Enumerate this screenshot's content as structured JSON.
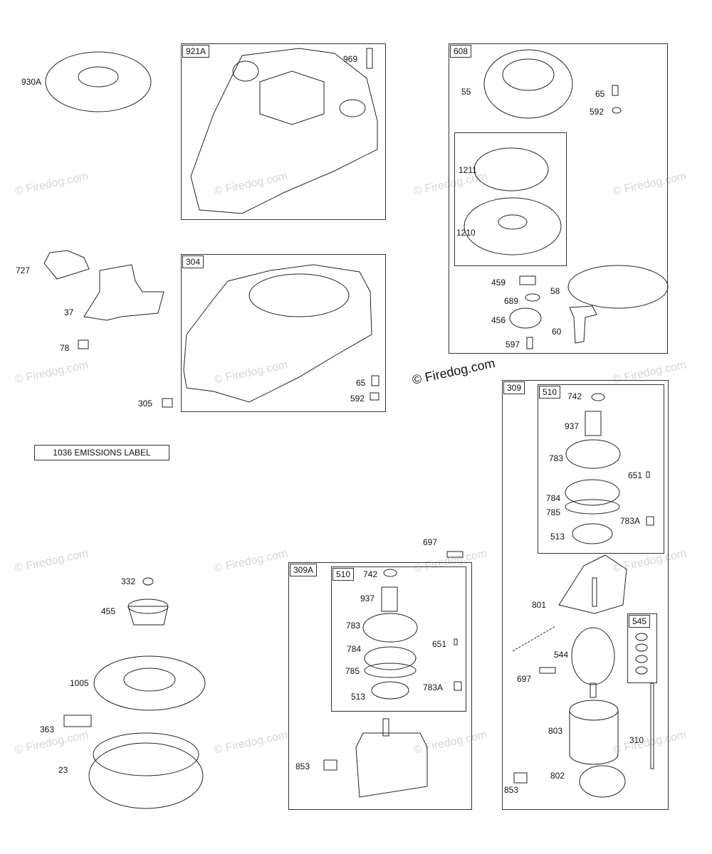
{
  "watermark": {
    "small": "© Firedog.com",
    "main": "© Firedog.com"
  },
  "emissions_label": "1036 EMISSIONS LABEL",
  "groups": {
    "g921A": "921A",
    "g304": "304",
    "g608": "608",
    "g309": "309",
    "g309_510": "510",
    "g545": "545",
    "g309A": "309A",
    "g309A_510": "510"
  },
  "callouts": {
    "c930A": "930A",
    "c969": "969",
    "c55": "55",
    "c65a": "65",
    "c592a": "592",
    "c1211": "1211",
    "c1210": "1210",
    "c459": "459",
    "c689": "689",
    "c456": "456",
    "c58": "58",
    "c60": "60",
    "c597": "597",
    "c727": "727",
    "c37": "37",
    "c78": "78",
    "c305": "305",
    "c65b": "65",
    "c592b": "592",
    "c742a": "742",
    "c937a": "937",
    "c783a": "783",
    "c651a": "651",
    "c784a": "784",
    "c785a": "785",
    "c783Aa": "783A",
    "c513a": "513",
    "c801": "801",
    "c544": "544",
    "c697a": "697",
    "c697b": "697",
    "c803": "803",
    "c310": "310",
    "c802": "802",
    "c853a": "853",
    "c332": "332",
    "c455": "455",
    "c1005": "1005",
    "c363": "363",
    "c23": "23",
    "c742b": "742",
    "c937b": "937",
    "c783b": "783",
    "c651b": "651",
    "c784b": "784",
    "c785b": "785",
    "c783Ab": "783A",
    "c513b": "513",
    "c853b": "853"
  }
}
